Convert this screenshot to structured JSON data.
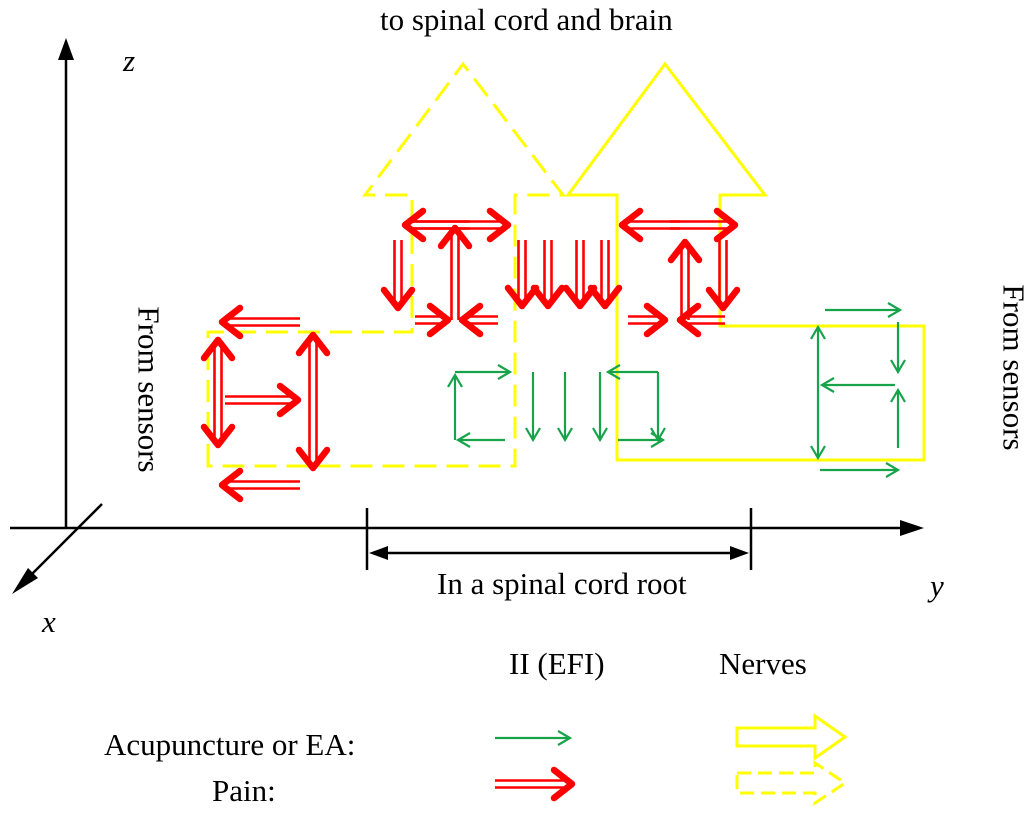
{
  "labels": {
    "top": "to spinal cord and brain",
    "left_sensors": "From sensors",
    "right_sensors": "From sensors",
    "root": "In a spinal cord root",
    "axis_x": "x",
    "axis_y": "y",
    "axis_z": "z"
  },
  "legend": {
    "col_efi": "II (EFI)",
    "col_nerves": "Nerves",
    "row_acupuncture": "Acupuncture or EA:",
    "row_pain": "Pain:"
  },
  "colors": {
    "pain": "#ff0000",
    "efi": "#16a34a",
    "nerve": "#ffff00",
    "axis": "#000000"
  }
}
